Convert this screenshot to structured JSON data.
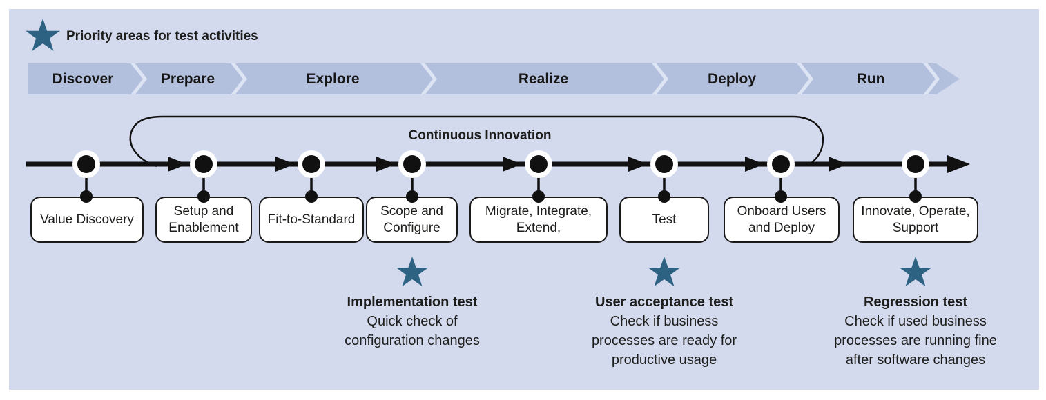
{
  "legend": {
    "label": "Priority areas for test activities"
  },
  "phases": [
    {
      "label": "Discover"
    },
    {
      "label": "Prepare"
    },
    {
      "label": "Explore"
    },
    {
      "label": "Realize"
    },
    {
      "label": "Deploy"
    },
    {
      "label": "Run"
    }
  ],
  "continuous_innovation": {
    "label": "Continuous Innovation"
  },
  "activities": [
    {
      "label": "Value Discovery"
    },
    {
      "label": "Setup and Enablement"
    },
    {
      "label": "Fit-to-Standard"
    },
    {
      "label": "Scope and Configure"
    },
    {
      "label": "Migrate, Integrate, Extend,"
    },
    {
      "label": "Test"
    },
    {
      "label": "Onboard Users and Deploy"
    },
    {
      "label": "Innovate, Operate, Support"
    }
  ],
  "tests": [
    {
      "title": "Implementation test",
      "lines": [
        "Quick check of",
        "configuration changes"
      ]
    },
    {
      "title": "User acceptance test",
      "lines": [
        "Check if business",
        "processes are ready for",
        "productive usage"
      ]
    },
    {
      "title": "Regression test",
      "lines": [
        "Check if used business",
        "processes are running fine",
        "after software changes"
      ]
    }
  ],
  "colors": {
    "panel_background": "#d3daee",
    "phase_band": "#b3c0dd",
    "band_separator": "#dde4f4",
    "star": "#2d6283",
    "ink": "#111111",
    "text": "#1d1d1b",
    "box_background": "#ffffff"
  }
}
